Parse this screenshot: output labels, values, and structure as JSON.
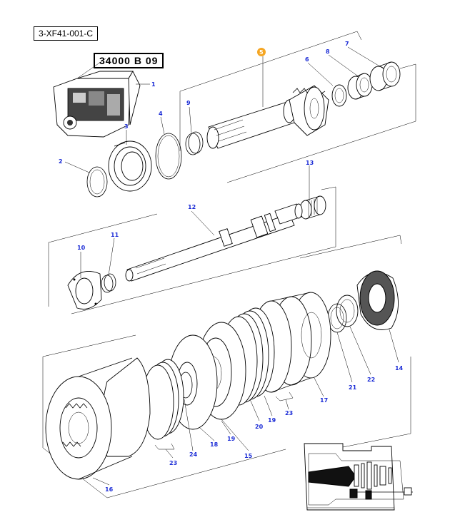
{
  "reference_code": "3-XF41-001-C",
  "group_number": "34000 B 09",
  "highlight_color": "#f5a623",
  "callout_color": "#1a2bd6",
  "callouts": {
    "c1": "1",
    "c2": "2",
    "c3": "3",
    "c4": "4",
    "c5": "5",
    "c6": "6",
    "c7": "7",
    "c8": "8",
    "c9": "9",
    "c10": "10",
    "c11": "11",
    "c12": "12",
    "c13": "13",
    "c14": "14",
    "c15": "15",
    "c16": "16",
    "c17": "17",
    "c18": "18",
    "c19a": "19",
    "c19b": "19",
    "c20": "20",
    "c21": "21",
    "c22": "22",
    "c23a": "23",
    "c23b": "23",
    "c24": "24"
  }
}
